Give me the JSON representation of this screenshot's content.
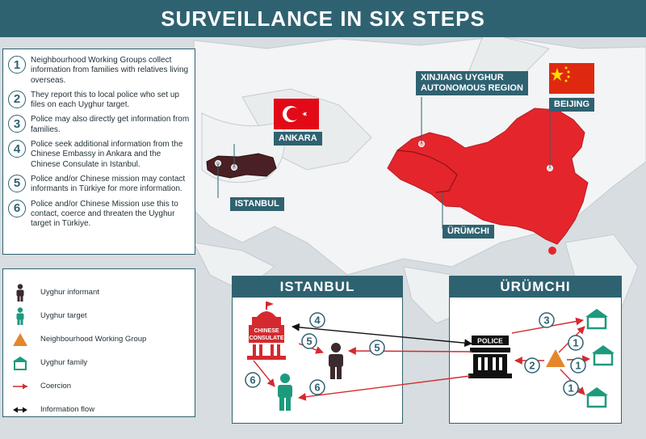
{
  "title": "SURVEILLANCE IN SIX STEPS",
  "steps": [
    {
      "num": "1",
      "text": "Neighbourhood Working Groups collect information from families with relatives living overseas."
    },
    {
      "num": "2",
      "text": "They report this to local police who set up files on each Uyghur target."
    },
    {
      "num": "3",
      "text": "Police may also directly get information from families."
    },
    {
      "num": "4",
      "text": "Police seek additional information from the Chinese Embassy in Ankara and the Chinese Consulate in Istanbul."
    },
    {
      "num": "5",
      "text": "Police and/or Chinese mission may contact informants in Türkiye for more information."
    },
    {
      "num": "6",
      "text": "Police and/or Chinese Mission use this to contact, coerce and threaten the Uyghur target in Türkiye."
    }
  ],
  "legend": [
    {
      "label": "Uyghur informant",
      "icon": "person-icon",
      "color": "#3b2a2e"
    },
    {
      "label": "Uyghur target",
      "icon": "person-icon",
      "color": "#1d9a7e"
    },
    {
      "label": "Neighbourhood Working Group",
      "icon": "triangle-icon",
      "color": "#e5862b"
    },
    {
      "label": "Uyghur family",
      "icon": "house-icon",
      "color": "#1d9a7e"
    },
    {
      "label": "Coercion",
      "icon": "red-arrow-icon",
      "color": "#d42a2f"
    },
    {
      "label": "Information flow",
      "icon": "black-arrow-icon",
      "color": "#111111"
    }
  ],
  "map_labels": {
    "ankara": "ANKARA",
    "istanbul": "ISTANBUL",
    "xinjiang_line1": "XINJIANG UYGHUR",
    "xinjiang_line2": "AUTONOMOUS REGION",
    "beijing": "BEIJING",
    "urumchi": "ÜRÜMCHI"
  },
  "panels": {
    "istanbul_title": "ISTANBUL",
    "urumchi_title": "ÜRÜMCHI",
    "consulate_line1": "CHINESE",
    "consulate_line2": "CONSULATE",
    "police_label": "POLICE"
  },
  "colors": {
    "header": "#2f6271",
    "china": "#e4252c",
    "turkey": "#4a2024",
    "coercion": "#d42a2f",
    "information": "#111111",
    "target": "#1d9a7e",
    "informant": "#3b2a2e",
    "nwg": "#e5862b"
  }
}
